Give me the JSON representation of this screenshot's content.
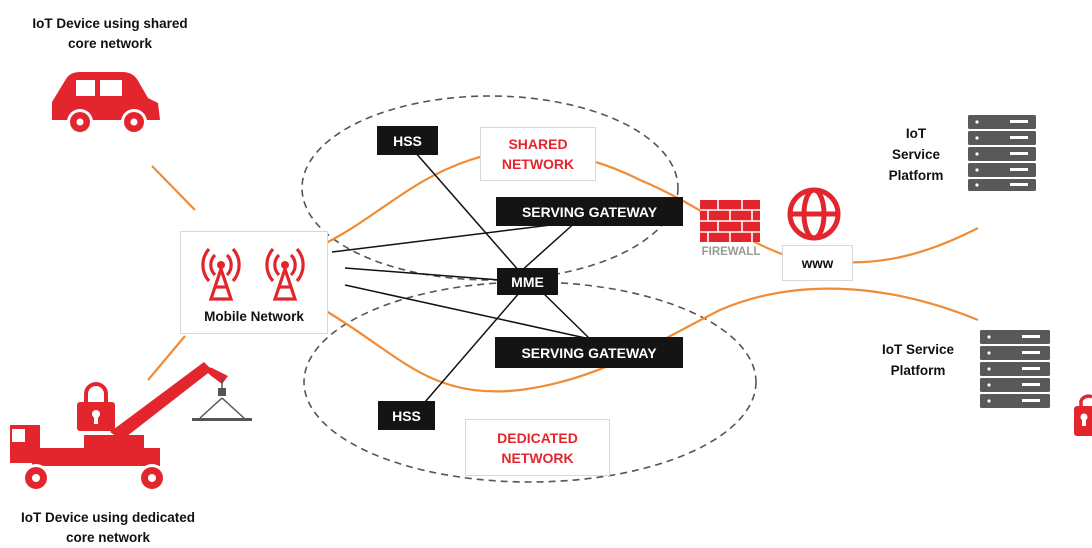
{
  "captions": {
    "top_device": "IoT Device using shared core network",
    "bottom_device": "IoT Device using dedicated core network",
    "mobile_network": "Mobile Network",
    "firewall": "FIREWALL",
    "www": "www",
    "platform_top": "IoT Service Platform",
    "platform_bottom": "IoT Service Platform"
  },
  "nodes": {
    "hss_top": "HSS",
    "hss_bottom": "HSS",
    "mme": "MME",
    "sgw_top": "SERVING GATEWAY",
    "sgw_bottom": "SERVING GATEWAY"
  },
  "regions": {
    "shared": "SHARED NETWORK",
    "dedicated": "DEDICATED NETWORK"
  },
  "colors": {
    "accent_red": "#e3262e",
    "orange_link": "#f08c35",
    "server_gray": "#555555",
    "node_black": "#141414"
  },
  "icons": [
    "car-icon",
    "crane-truck-icon",
    "lock-icon",
    "antenna-icon",
    "firewall-icon",
    "globe-icon",
    "server-icon"
  ]
}
